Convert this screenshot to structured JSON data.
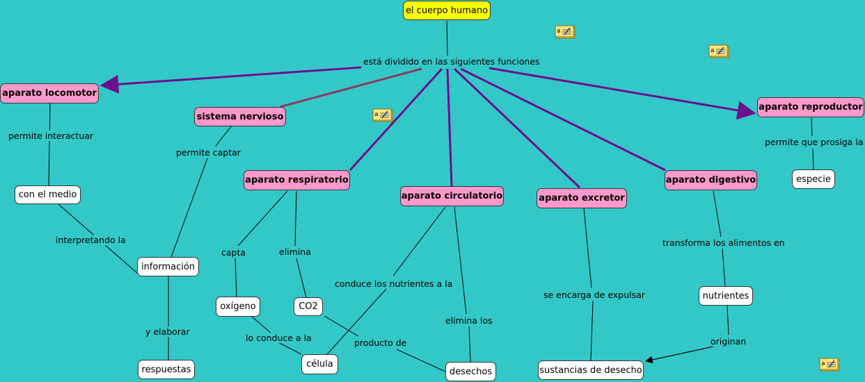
{
  "concepts": {
    "root": "el cuerpo humano",
    "locomotor": "aparato locomotor",
    "nervioso": "sistema nervioso",
    "respiratorio": "aparato respiratorio",
    "circulatorio": "aparato circulatorio",
    "excretor": "aparato excretor",
    "digestivo": "aparato digestivo",
    "reproductor": "aparato reproductor",
    "medio": "con el medio",
    "informacion": "información",
    "respuestas": "respuestas",
    "oxigeno": "oxígeno",
    "co2": "CO2",
    "celula": "célula",
    "desechos": "desechos",
    "sustancias": "sustancias de desecho",
    "nutrientes": "nutrientes",
    "especie": "especie"
  },
  "links": {
    "dividido": "está dividido en las siguientes funciones",
    "interactuar": "permite interactuar",
    "interpretando": "interpretando la",
    "captar": "permite captar",
    "elaborar": "y elaborar",
    "capta": "capta",
    "elimina": "elimina",
    "conduce_a": "lo conduce a la",
    "producto": "producto de",
    "conduce_nutrientes": "conduce los nutrientes a la",
    "elimina_los": "elimina los",
    "expulsar": "se encarga de expulsar",
    "transforma": "transforma los alimentos en",
    "originan": "originan",
    "prosiga": "permite que prosiga la"
  },
  "colors": {
    "background": "#33c8c8",
    "root_node": "#ffff00",
    "function_node": "#ff99cc",
    "leaf_node": "#ffffff",
    "main_arrow": "#6a0f8e",
    "nervioso_line": "#8b3a62",
    "line": "#000000"
  },
  "icons": [
    "annotation-note-icon",
    "annotation-note-icon",
    "annotation-note-icon",
    "annotation-note-icon"
  ]
}
